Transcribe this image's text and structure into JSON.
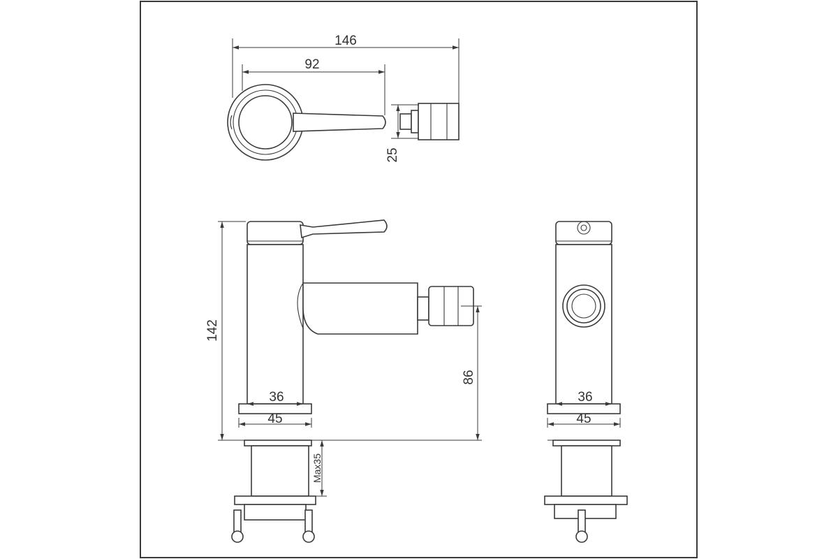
{
  "dimensions": {
    "top_total_width": "146",
    "top_lever_length": "92",
    "top_outlet_width": "25",
    "front_height": "142",
    "front_body_width": "36",
    "front_base_width": "45",
    "front_outlet_height": "86",
    "front_max_thickness": "Max35",
    "side_body_width": "36",
    "side_base_width": "45"
  }
}
